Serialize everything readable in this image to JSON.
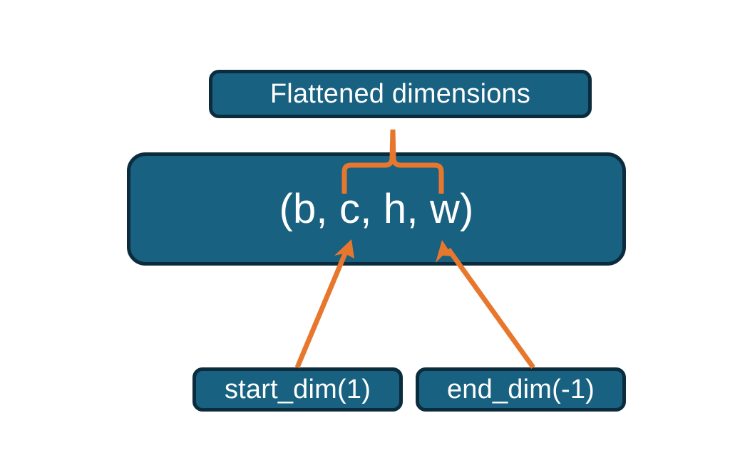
{
  "diagram": {
    "title_box": {
      "label": "Flattened dimensions"
    },
    "shape_box": {
      "label": "(b, c, h, w)"
    },
    "start_box": {
      "label": "start_dim(1)"
    },
    "end_box": {
      "label": "end_dim(-1)"
    },
    "colors": {
      "box_fill": "#186180",
      "box_border": "#0c2c3e",
      "text": "#ffffff",
      "accent": "#e8772e",
      "background": "#ffffff"
    },
    "annotations": {
      "brace_name": "flattened-range-brace",
      "left_arrow_name": "start-dim-arrow",
      "right_arrow_name": "end-dim-arrow"
    }
  }
}
